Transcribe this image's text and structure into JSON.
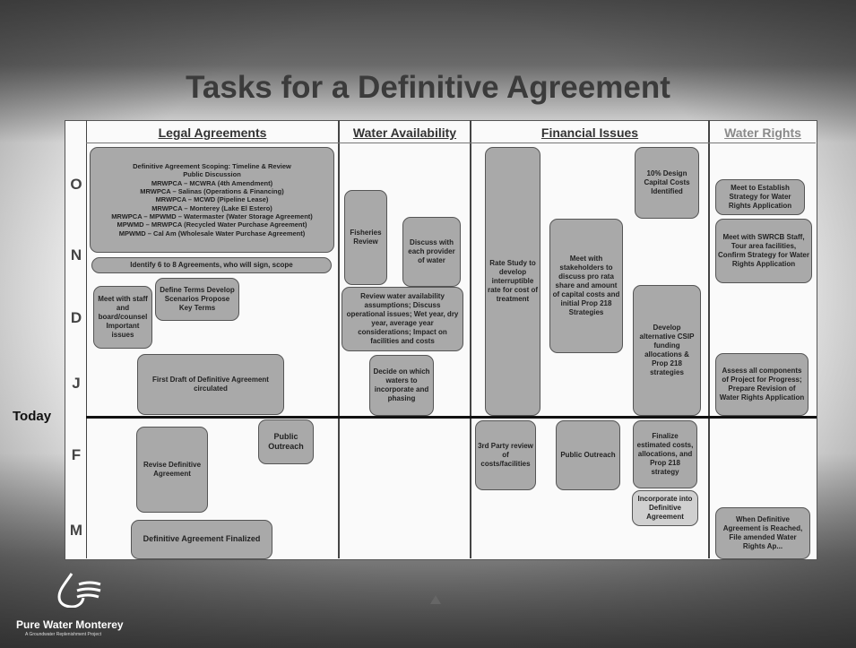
{
  "title": "Tasks for a Definitive Agreement",
  "columns": {
    "legal": "Legal Agreements",
    "water_availability": "Water Availability",
    "financial": "Financial Issues",
    "water_rights": "Water Rights"
  },
  "months": [
    "O",
    "N",
    "D",
    "J",
    "F",
    "M"
  ],
  "today_label": "Today",
  "legal": {
    "scoping": "Definitive Agreement Scoping: Timeline & Review\nPublic Discussion\nMRWPCA – MCWRA (4th Amendment)\nMRWPCA – Salinas (Operations & Financing)\nMRWPCA – MCWD (Pipeline Lease)\nMRWPCA – Monterey (Lake El Estero)\nMRWPCA – MPWMD – Watermaster (Water Storage Agreement)\nMPWMD – MRWPCA (Recycled Water Purchase Agreement)\nMPWMD – Cal Am (Wholesale Water Purchase Agreement)",
    "identify": "Identify 6 to 8 Agreements, who will sign, scope",
    "meet_staff": "Meet with staff and board/counsel Important issues",
    "define_terms": "Define Terms Develop Scenarios Propose Key Terms",
    "first_draft": "First Draft of Definitive Agreement circulated",
    "revise": "Revise Definitive Agreement",
    "public_outreach": "Public Outreach",
    "finalized": "Definitive Agreement Finalized"
  },
  "water_availability": {
    "fisheries": "Fisheries Review",
    "discuss_provider": "Discuss with each provider of water",
    "review": "Review water availability assumptions; Discuss operational issues; Wet year, dry year, average year considerations; Impact on facilities and costs",
    "decide": "Decide on which waters to incorporate and phasing"
  },
  "financial": {
    "rate_study": "Rate Study to develop interruptible rate for cost of treatment",
    "meet_stakeholders": "Meet with stakeholders to discuss pro rata share and amount of capital costs and initial Prop 218 Strategies",
    "design_costs": "10% Design Capital Costs Identified",
    "develop_csip": "Develop alternative CSIP funding allocations & Prop 218 strategies",
    "third_party": "3rd Party review of costs/facilities",
    "public_outreach": "Public Outreach",
    "finalize_costs": "Finalize estimated costs, allocations, and Prop 218 strategy",
    "incorporate": "Incorporate into Definitive Agreement"
  },
  "water_rights": {
    "establish": "Meet to Establish Strategy for Water Rights Application",
    "meet_swrcb": "Meet with SWRCB Staff, Tour area facilities, Confirm Strategy for Water Rights Application",
    "assess": "Assess all components of Project for Progress; Prepare Revision of Water Rights Application",
    "file": "When Definitive Agreement is Reached, File amended Water Rights Ap..."
  },
  "brand": "Pure Water Monterey",
  "tagline": "A Groundwater Replenishment Project",
  "colors": {
    "box": "#a9a9a9",
    "border": "#555555",
    "header_text": "#333333",
    "water_rights_header": "#8a8a8a"
  }
}
